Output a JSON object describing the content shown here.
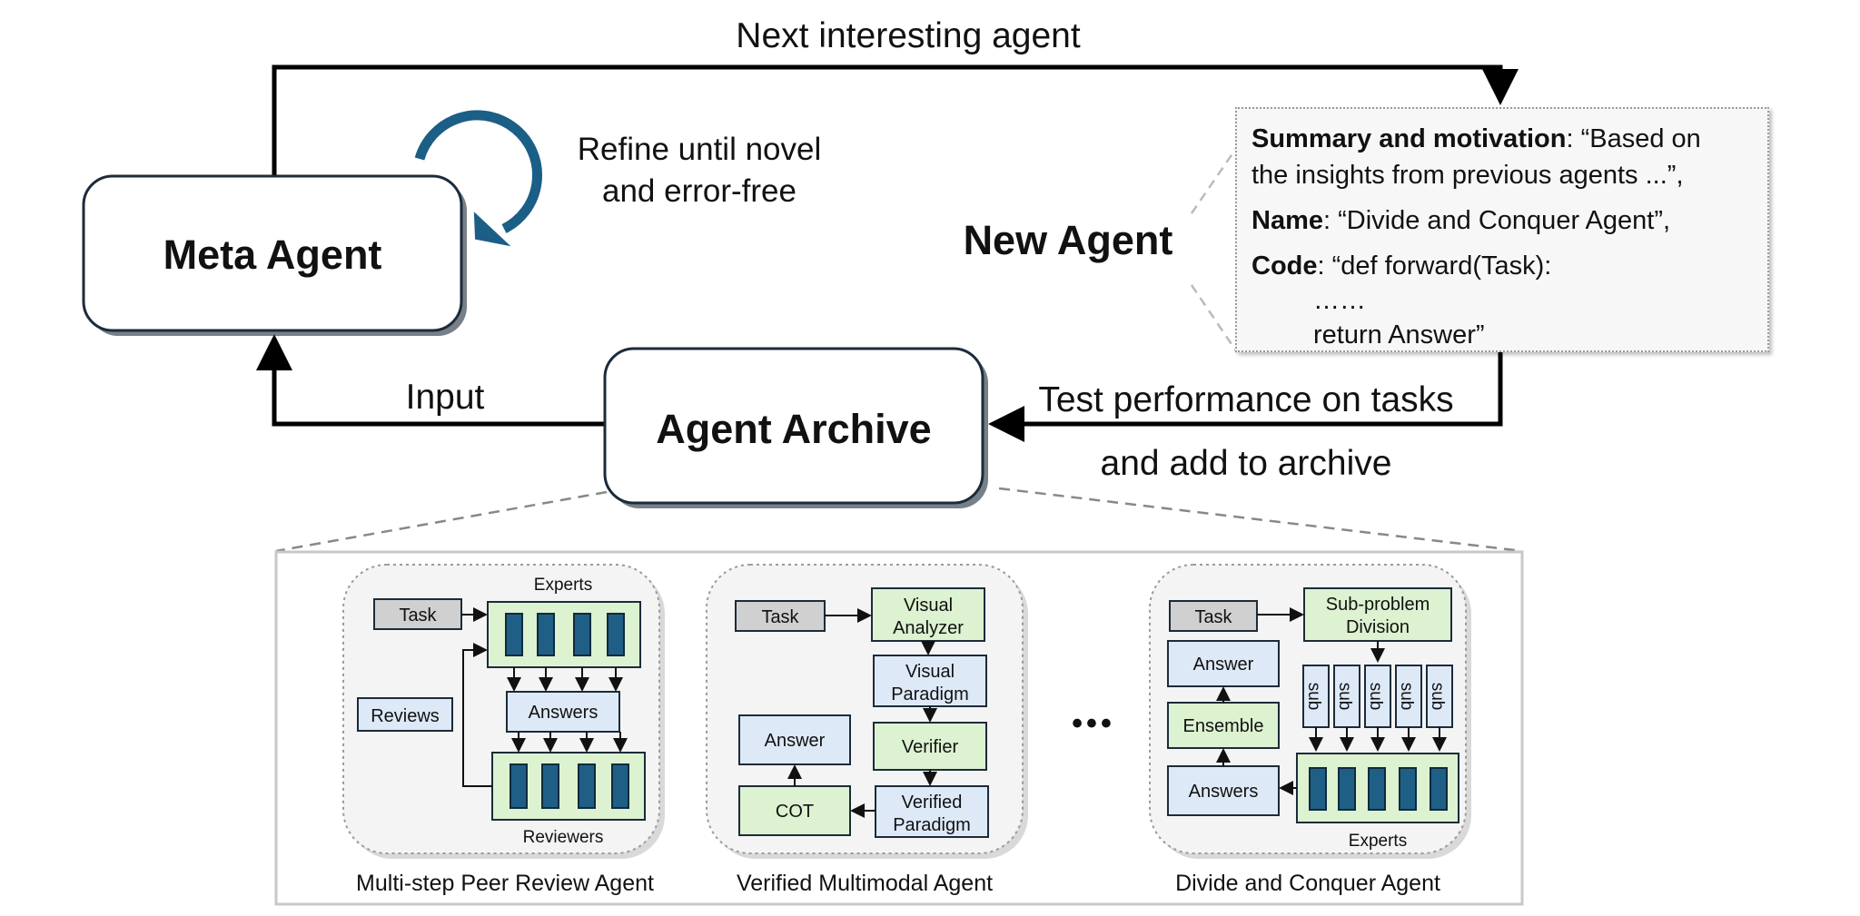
{
  "top_flow": {
    "next_label": "Next interesting agent",
    "refine_line1": "Refine until novel",
    "refine_line2": "and error-free",
    "input_label": "Input",
    "test_line1": "Test performance on tasks",
    "test_line2": "and add to archive"
  },
  "meta_agent": {
    "label": "Meta Agent"
  },
  "agent_archive": {
    "label": "Agent Archive"
  },
  "new_agent": {
    "label": "New Agent",
    "summary_key": "Summary and motivation",
    "summary_val1": ": “Based on",
    "summary_val2": "the insights from previous agents ...”,",
    "name_key": "Name",
    "name_val": ": “Divide and Conquer Agent”,",
    "code_key": "Code",
    "code_val": ": “def forward(Task):",
    "code_ellipsis": "……",
    "code_return": "return Answer”"
  },
  "gallery": {
    "ellipsis": "•••",
    "peer_review": {
      "caption": "Multi-step Peer Review Agent",
      "task": "Task",
      "experts": "Experts",
      "answers": "Answers",
      "reviews": "Reviews",
      "reviewers": "Reviewers"
    },
    "multimodal": {
      "caption": "Verified Multimodal Agent",
      "task": "Task",
      "visual_analyzer_1": "Visual",
      "visual_analyzer_2": "Analyzer",
      "visual_paradigm_1": "Visual",
      "visual_paradigm_2": "Paradigm",
      "verifier": "Verifier",
      "verified_paradigm_1": "Verified",
      "verified_paradigm_2": "Paradigm",
      "cot": "COT",
      "answer": "Answer"
    },
    "divide_conquer": {
      "caption": "Divide and Conquer Agent",
      "task": "Task",
      "division_1": "Sub-problem",
      "division_2": "Division",
      "answer": "Answer",
      "ensemble": "Ensemble",
      "answers": "Answers",
      "sub": "sub",
      "experts": "Experts"
    }
  },
  "colors": {
    "refine_arrow": "#1b5e86",
    "expert_bar": "#1f5f86",
    "green_node": "#dcf2d0",
    "blue_node": "#dde9f7",
    "task_node": "#d0d0d0"
  }
}
